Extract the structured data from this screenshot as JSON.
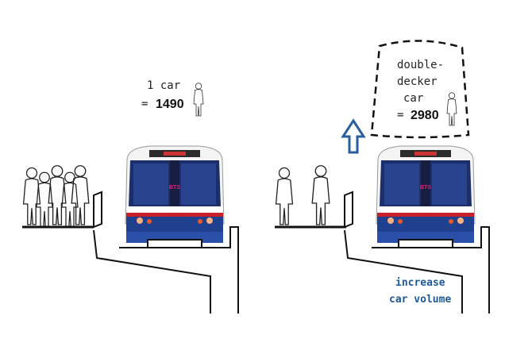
{
  "left_panel": {
    "label_line1": "1 car",
    "label_eq": "=",
    "label_value": "1490"
  },
  "right_panel": {
    "cloud_line1": "double-",
    "cloud_line2": "decker",
    "cloud_line3": "car",
    "cloud_eq": "=",
    "cloud_value": "2980",
    "note_line1": "increase",
    "note_line2": "car volume"
  },
  "train": {
    "logo_text": "BTS"
  },
  "colors": {
    "train_blue": "#1f3f8f",
    "stripe_red": "#c8202a",
    "note_blue": "#1f5a96",
    "arrow_blue": "#2a5d9f"
  }
}
